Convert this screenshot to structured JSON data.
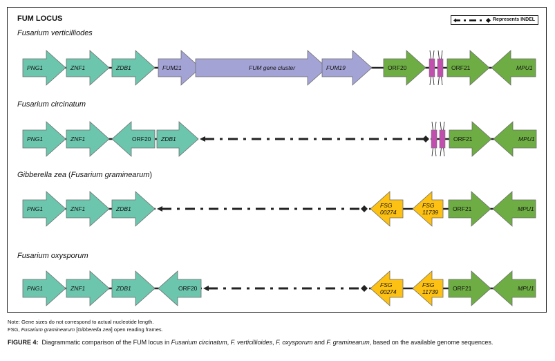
{
  "figure": {
    "locus_title": "FUM LOCUS",
    "legend_text": "Represents INDEL",
    "colors": {
      "teal": "#6cc6ae",
      "lavender": "#a4a3d6",
      "green": "#6ead44",
      "yellow": "#fdc113",
      "magenta": "#c04fae",
      "line": "#222222"
    },
    "tracks": [
      {
        "species": "Fusarium verticilliodes",
        "species_suffix": "",
        "genes": [
          {
            "label": "PNG1",
            "dir": "right",
            "color": "teal",
            "italic": true
          },
          {
            "label": "ZNF1",
            "dir": "right",
            "color": "teal",
            "italic": true
          },
          {
            "label": "ZDB1",
            "dir": "right",
            "color": "teal",
            "italic": true
          },
          {
            "label": "FUM21",
            "dir": "right",
            "color": "lavender",
            "italic": true
          },
          {
            "label": "FUM gene cluster",
            "dir": "right",
            "color": "lavender",
            "italic": true
          },
          {
            "label": "FUM19",
            "dir": "right",
            "color": "lavender",
            "italic": true
          },
          {
            "label": "ORF20",
            "dir": "right",
            "color": "green",
            "italic": false
          },
          {
            "label": "",
            "dir": "small",
            "color": "magenta",
            "italic": false
          },
          {
            "label": "",
            "dir": "small",
            "color": "magenta",
            "italic": false
          },
          {
            "label": "ORF21",
            "dir": "right",
            "color": "green",
            "italic": false
          },
          {
            "label": "MPU1",
            "dir": "left",
            "color": "green",
            "italic": true
          }
        ]
      },
      {
        "species": "Fusarium circinatum",
        "species_suffix": "",
        "genes": [
          {
            "label": "PNG1",
            "dir": "right",
            "color": "teal",
            "italic": true
          },
          {
            "label": "ZNF1",
            "dir": "right",
            "color": "teal",
            "italic": true
          },
          {
            "label": "ORF20",
            "dir": "left",
            "color": "teal",
            "italic": false
          },
          {
            "label": "ZDB1",
            "dir": "right",
            "color": "teal",
            "italic": true
          },
          {
            "label": "INDEL",
            "dir": "indel",
            "color": "line",
            "italic": false
          },
          {
            "label": "",
            "dir": "small",
            "color": "magenta",
            "italic": false
          },
          {
            "label": "",
            "dir": "small",
            "color": "magenta",
            "italic": false
          },
          {
            "label": "ORF21",
            "dir": "right",
            "color": "green",
            "italic": false
          },
          {
            "label": "MPU1",
            "dir": "left",
            "color": "green",
            "italic": true
          }
        ]
      },
      {
        "species": "Gibberella zea",
        "species_suffix": "(Fusarium graminearum)",
        "genes": [
          {
            "label": "PNG1",
            "dir": "right",
            "color": "teal",
            "italic": true
          },
          {
            "label": "ZNF1",
            "dir": "right",
            "color": "teal",
            "italic": true
          },
          {
            "label": "ZDB1",
            "dir": "right",
            "color": "teal",
            "italic": true
          },
          {
            "label": "INDEL",
            "dir": "indel",
            "color": "line",
            "italic": false
          },
          {
            "label": "FSG 00274",
            "dir": "left",
            "color": "yellow",
            "italic": true
          },
          {
            "label": "FSG 11739",
            "dir": "left",
            "color": "yellow",
            "italic": true
          },
          {
            "label": "ORF21",
            "dir": "right",
            "color": "green",
            "italic": false
          },
          {
            "label": "MPU1",
            "dir": "left",
            "color": "green",
            "italic": true
          }
        ]
      },
      {
        "species": "Fusarium oxysporum",
        "species_suffix": "",
        "genes": [
          {
            "label": "PNG1",
            "dir": "right",
            "color": "teal",
            "italic": true
          },
          {
            "label": "ZNF1",
            "dir": "right",
            "color": "teal",
            "italic": true
          },
          {
            "label": "ZDB1",
            "dir": "right",
            "color": "teal",
            "italic": true
          },
          {
            "label": "ORF20",
            "dir": "left",
            "color": "teal",
            "italic": false
          },
          {
            "label": "INDEL",
            "dir": "indel",
            "color": "line",
            "italic": false
          },
          {
            "label": "FSG 00274",
            "dir": "left",
            "color": "yellow",
            "italic": true
          },
          {
            "label": "FSG 11739",
            "dir": "left",
            "color": "yellow",
            "italic": true
          },
          {
            "label": "ORF21",
            "dir": "right",
            "color": "green",
            "italic": false
          },
          {
            "label": "MPU1",
            "dir": "left",
            "color": "green",
            "italic": true
          }
        ]
      }
    ],
    "notes": [
      "Note: Gene sizes do not correspond to actual nucleotide length.",
      "FSG, Fusarium graminearum [Gibberella zea] open reading frames."
    ],
    "caption": {
      "label": "FIGURE 4:",
      "text": "Diagrammatic comparison of the FUM locus in Fusarium circinatum, F. verticillioides, F. oxysporum and F. graminearum, based on the available genome sequences."
    }
  }
}
